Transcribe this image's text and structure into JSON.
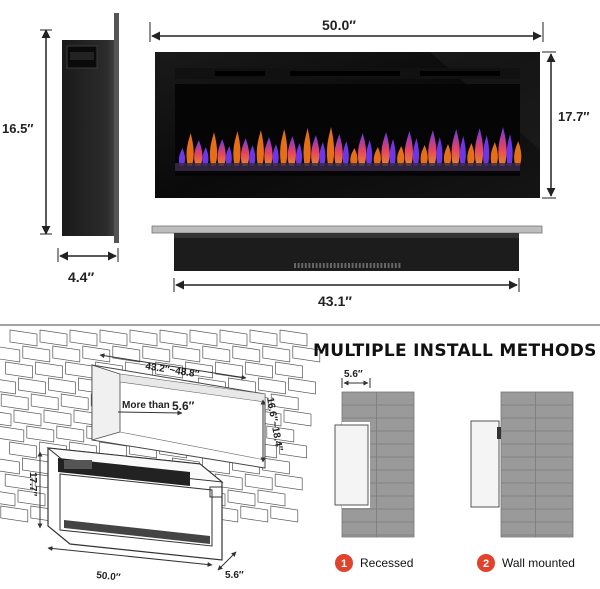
{
  "top": {
    "side_height": "16.5″",
    "side_depth": "4.4″",
    "front_width": "50.0″",
    "front_height": "17.7″",
    "bottom_width": "43.1″"
  },
  "install": {
    "opening_width": "43.2″~48.8″",
    "depth_note_prefix": "More than",
    "depth_note_value": "5.6″",
    "opening_height": "16.6″~18.4″",
    "unit_height": "17.7″",
    "unit_width": "50.0″",
    "unit_depth": "5.6″"
  },
  "methods": {
    "title": "MULTIPLE INSTALL METHODS",
    "recess_depth": "5.6″",
    "items": [
      {
        "number": "1",
        "label": "Recessed"
      },
      {
        "number": "2",
        "label": "Wall mounted"
      }
    ]
  },
  "colors": {
    "badge": "#e0422b",
    "wall_gray": "#9a9a9a",
    "flame_purple": "#7a3cff",
    "flame_orange": "#ff7a1a"
  }
}
